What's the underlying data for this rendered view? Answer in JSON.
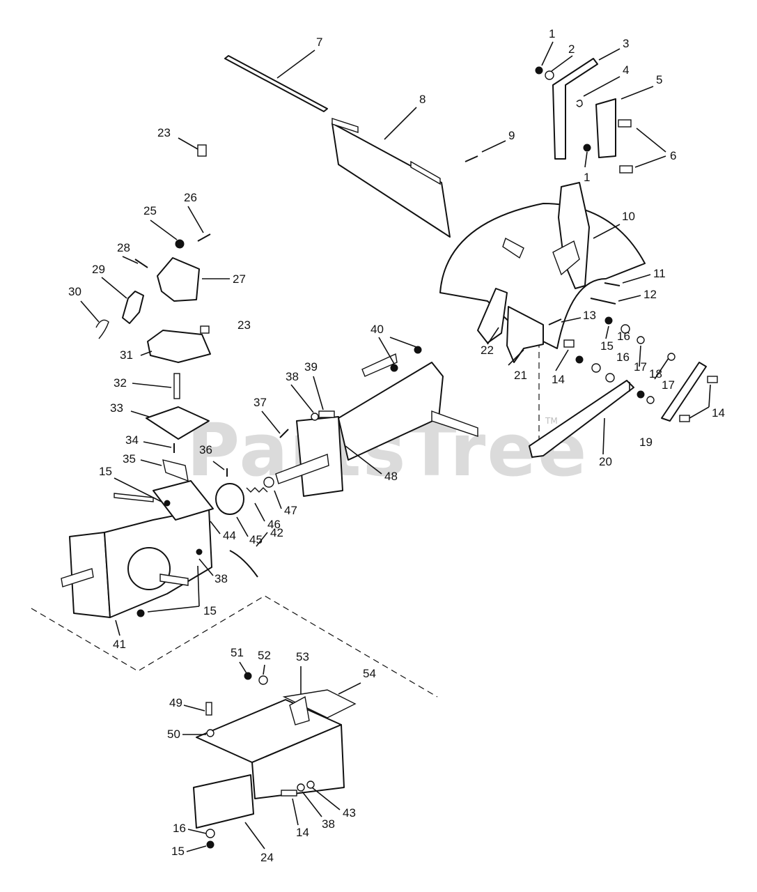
{
  "watermark": {
    "text": "PartsTree",
    "mark": "TM"
  },
  "colors": {
    "line": "#111111",
    "background": "#ffffff",
    "watermark": "#cfcfcf"
  },
  "callouts": [
    "1",
    "2",
    "3",
    "4",
    "5",
    "6",
    "1",
    "7",
    "8",
    "9",
    "10",
    "11",
    "12",
    "13",
    "14",
    "15",
    "16",
    "16",
    "17",
    "17",
    "18",
    "19",
    "14",
    "20",
    "21",
    "22",
    "23",
    "23",
    "25",
    "26",
    "27",
    "28",
    "29",
    "30",
    "31",
    "32",
    "33",
    "34",
    "35",
    "36",
    "37",
    "38",
    "39",
    "40",
    "48",
    "47",
    "46",
    "45",
    "44",
    "42",
    "15",
    "38",
    "15",
    "41",
    "51",
    "52",
    "53",
    "54",
    "49",
    "50",
    "14",
    "38",
    "43",
    "16",
    "15",
    "24"
  ]
}
